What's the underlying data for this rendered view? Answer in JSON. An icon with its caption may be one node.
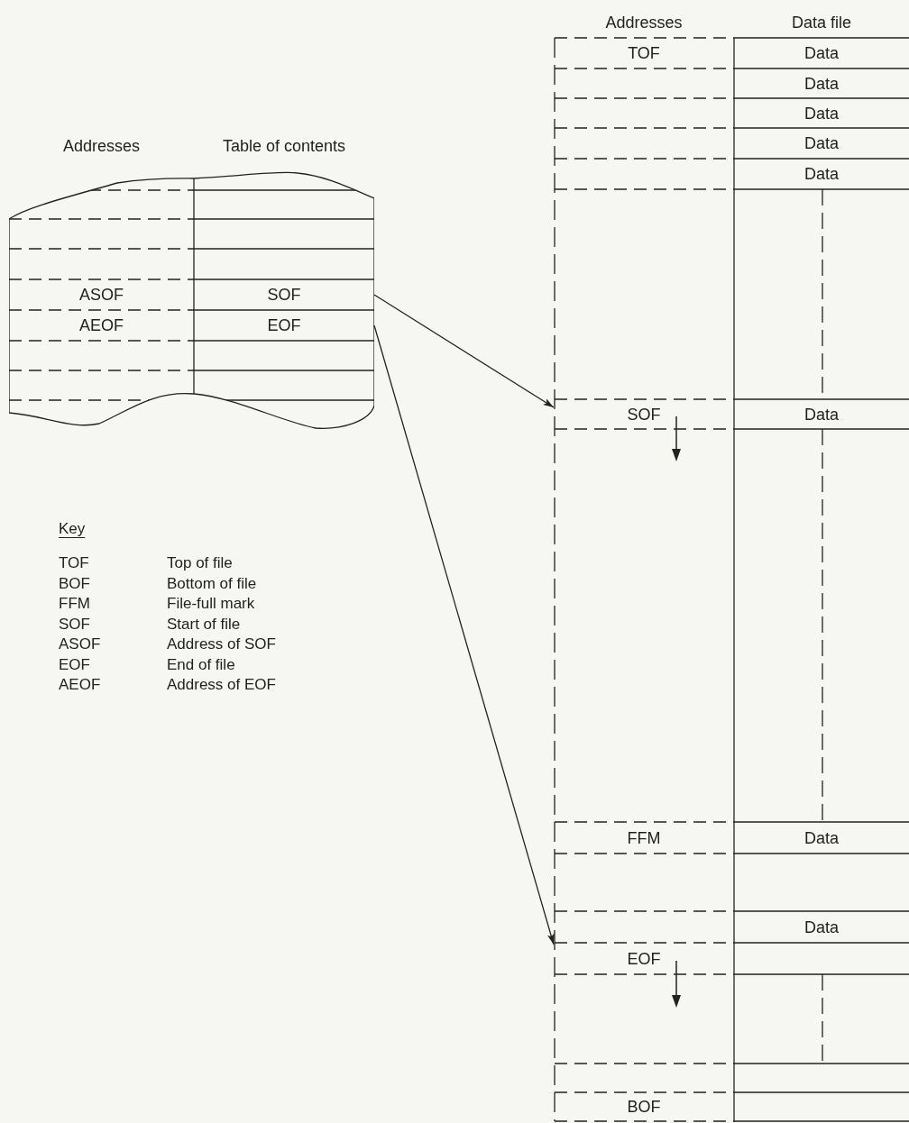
{
  "diagram": {
    "nodes": [
      {
        "text": [
          "Addresses",
          "Table of contents"
        ]
      },
      {
        "text": [
          "ASOF"
        ],
        "in": 0
      },
      {
        "text": [
          "SOF"
        ],
        "in": 0
      },
      {
        "text": [
          "AEOF"
        ],
        "in": 0
      },
      {
        "text": [
          "EOF"
        ],
        "in": 0
      },
      {
        "text": [
          "Addresses",
          "Data file"
        ]
      },
      {
        "text": [
          "TOF"
        ],
        "in": 5
      },
      {
        "text": [
          "Data"
        ],
        "in": 5
      },
      {
        "text": [
          "Data"
        ],
        "in": 5
      },
      {
        "text": [
          "Data"
        ],
        "in": 5
      },
      {
        "text": [
          "Data"
        ],
        "in": 5
      },
      {
        "text": [
          "Data"
        ],
        "in": 5
      },
      {
        "text": [
          "SOF"
        ],
        "in": 5
      },
      {
        "text": [
          "Data"
        ],
        "in": 5
      },
      {
        "text": [
          "FFM"
        ],
        "in": 5
      },
      {
        "text": [
          "Data"
        ],
        "in": 5
      },
      {
        "text": [
          "Data"
        ],
        "in": 5
      },
      {
        "text": [
          "EOF"
        ],
        "in": 5
      },
      {
        "text": [
          "BOF"
        ],
        "in": 5
      }
    ],
    "edges": [
      {
        "from": 2,
        "to": 12,
        "arrow": "to"
      },
      {
        "from": 4,
        "to": 17,
        "arrow": "to"
      }
    ],
    "labels": [
      "Key",
      "TOF",
      "Top of file",
      "BOF",
      "Bottom of file",
      "FFM",
      "File-full mark",
      "SOF",
      "Start of file",
      "ASOF",
      "Address of SOF",
      "EOF",
      "End of file",
      "AEOF",
      "Address of EOF"
    ]
  }
}
